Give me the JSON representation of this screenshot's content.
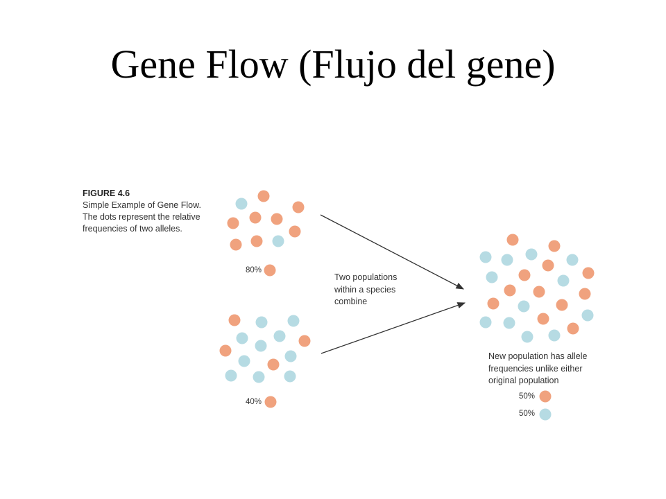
{
  "title": "Gene Flow (Flujo del gene)",
  "figure": {
    "label": "FIGURE 4.6",
    "caption": "Simple Example of Gene Flow. The dots represent the relative frequencies of two alleles."
  },
  "colors": {
    "allele_a": "#f0a27e",
    "allele_b": "#b6dbe3",
    "arrow": "#333333"
  },
  "populations": {
    "top": {
      "percent_label": "80%",
      "legend_allele": "allele_a"
    },
    "bottom": {
      "percent_label": "40%",
      "legend_allele": "allele_a"
    },
    "combined": {
      "note": "New population has allele frequencies unlike either original population",
      "legend": [
        {
          "percent_label": "50%",
          "allele": "allele_a"
        },
        {
          "percent_label": "50%",
          "allele": "allele_b"
        }
      ]
    }
  },
  "arrow_label": "Two populations within a species combine"
}
